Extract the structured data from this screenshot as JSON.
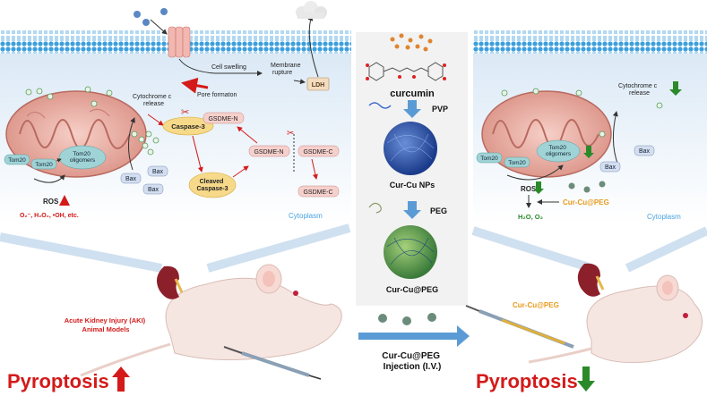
{
  "left": {
    "labels": {
      "cell_swelling": "Cell swelling",
      "membrane_rupture": "Membrane\nrupture",
      "ldh": "LDH",
      "pore_formation": "Pore formaton",
      "cytochrome_release": "Cytochrome c\nrelease",
      "caspase3": "Caspase-3",
      "cleaved_caspase3": "Cleaved\nCaspase-3",
      "gsdme_n_top": "GSDME-N",
      "gsdme_n": "GSDME-N",
      "gsdme_c": "GSDME-C",
      "gsdme_c_free": "GSDME-C",
      "tom20_a": "Tom20",
      "tom20_b": "Tom20",
      "tom20_oligomers": "Tom20\noligomers",
      "bax_1": "Bax",
      "bax_2": "Bax",
      "bax_3": "Bax",
      "ros": "ROS",
      "ros_species": "O₂⁻, H₂O₂, •OH, etc.",
      "cytoplasm": "Cytoplasm",
      "model_title": "Acute Kidney Injury (AKI)\nAnimal Models",
      "outcome": "Pyroptosis"
    }
  },
  "center": {
    "labels": {
      "curcumin": "curcumin",
      "pvp": "PVP",
      "cur_cu_nps": "Cur-Cu NPs",
      "peg": "PEG",
      "cur_cu_peg": "Cur-Cu@PEG",
      "injection": "Cur-Cu@PEG\nInjection (I.V.)"
    }
  },
  "right": {
    "labels": {
      "cytochrome_release": "Cytochrome c\nrelease",
      "tom20_a": "Tom20",
      "tom20_b": "Tom20",
      "tom20_oligomers": "Tom20\noligomers",
      "bax_1": "Bax",
      "bax_2": "Bax",
      "ros": "ROS",
      "agent": "Cur-Cu@PEG",
      "products": "H₂O, O₂",
      "cytoplasm": "Cytoplasm",
      "syringe_label": "Cur-Cu@PEG",
      "outcome": "Pyroptosis"
    }
  },
  "colors": {
    "red": "#d41a1a",
    "green": "#2a8a2a",
    "blue": "#4aa3df",
    "orange": "#e89a1a"
  }
}
